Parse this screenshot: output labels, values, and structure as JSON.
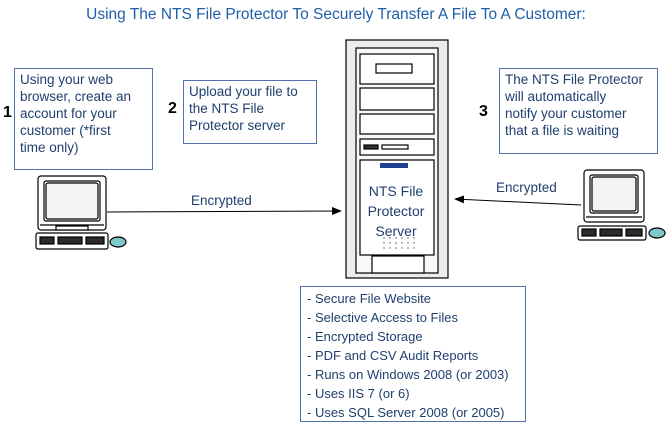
{
  "title": "Using The NTS File Protector To Securely Transfer A File To A Customer:",
  "steps": [
    {
      "number": "1",
      "lines": [
        "Using your web",
        "browser, create an",
        "account for your",
        "customer (*first",
        "time only)"
      ]
    },
    {
      "number": "2",
      "lines": [
        "Upload your file to",
        "the NTS File",
        "Protector server"
      ]
    },
    {
      "number": "3",
      "lines": [
        "The NTS File Protector",
        "will automatically",
        "notify your customer",
        "that a file is waiting"
      ]
    }
  ],
  "connections": {
    "left_label": "Encrypted",
    "right_label": "Encrypted"
  },
  "server": {
    "lines": [
      "NTS File",
      "Protector",
      "Server"
    ]
  },
  "features": [
    "- Secure File Website",
    "- Selective Access to Files",
    "- Encrypted Storage",
    "- PDF and CSV Audit Reports",
    "- Runs on Windows 2008 (or 2003)",
    "- Uses IIS 7 (or 6)",
    "- Uses SQL Server 2008 (or 2005)"
  ],
  "icons": {
    "left_computer": "desktop-computer-icon",
    "right_computer": "desktop-computer-icon",
    "server": "tower-server-icon"
  },
  "colors": {
    "title": "#1f5fa8",
    "text": "#1f3f6e",
    "box_border": "#4f73a8",
    "server_badge": "#1f3f8f"
  }
}
